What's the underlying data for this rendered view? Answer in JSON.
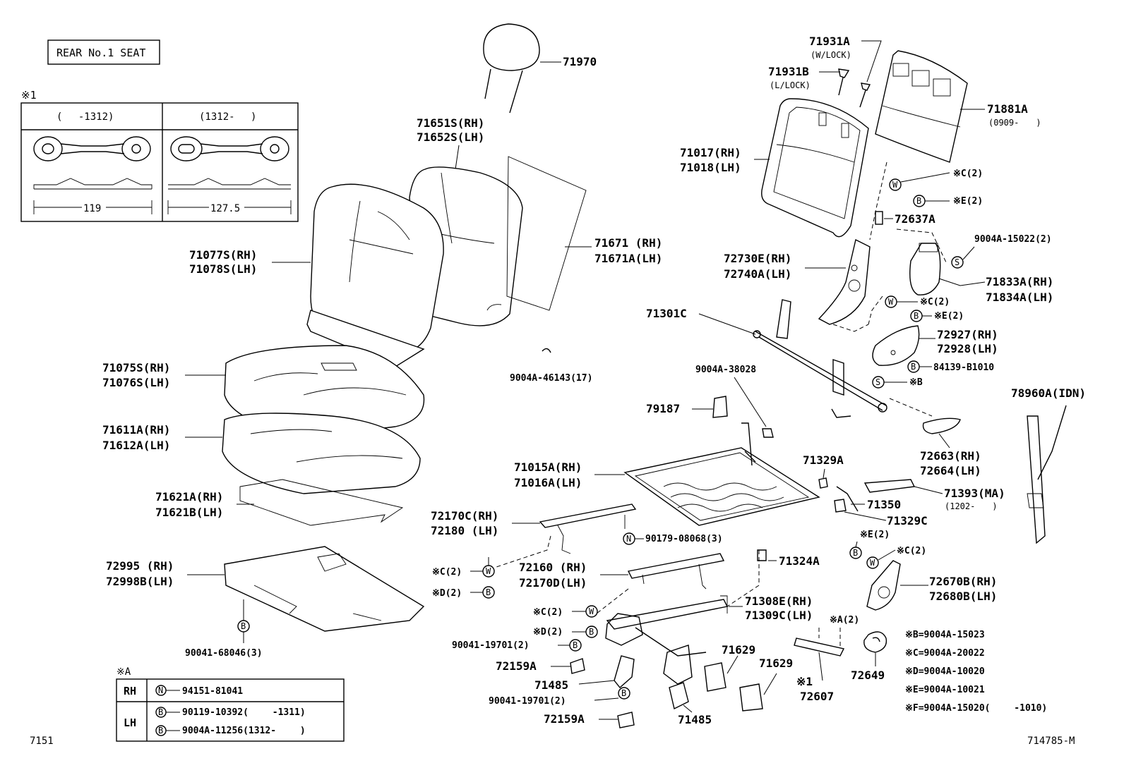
{
  "title": "REAR No.1 SEAT",
  "diagram_code": "714785-M",
  "page_ref": "7151",
  "inset1": {
    "marker": "※1",
    "col1_header": "(　 -1312)",
    "col2_header": "(1312- 　)",
    "dim1": "119",
    "dim2": "127.5"
  },
  "parts": {
    "p71970": "71970",
    "p71651S": "71651S(RH)",
    "p71652S": "71652S(LH)",
    "p71077S": "71077S(RH)",
    "p71078S": "71078S(LH)",
    "p71671": "71671 (RH)",
    "p71671A": "71671A(LH)",
    "p71075S": "71075S(RH)",
    "p71076S": "71076S(LH)",
    "p71611A": "71611A(RH)",
    "p71612A": "71612A(LH)",
    "p71621A": "71621A(RH)",
    "p71621B": "71621B(LH)",
    "p72995": "72995 (RH)",
    "p72998B": "72998B(LH)",
    "p90041_68046": "90041-68046(3)",
    "p9004A_46143": "9004A-46143(17)",
    "p71931A": "71931A",
    "p71931A_note": "(W/LOCK)",
    "p71931B": "71931B",
    "p71931B_note": "(L/LOCK)",
    "p71881A": "71881A",
    "p71881A_note": "(0909-　　)",
    "p71017": "71017(RH)",
    "p71018": "71018(LH)",
    "pC2a": "※C(2)",
    "pE2a": "※E(2)",
    "p72637A": "72637A",
    "p9004A_15022": "9004A-15022(2)",
    "p72730E": "72730E(RH)",
    "p72740A": "72740A(LH)",
    "p71833A": "71833A(RH)",
    "p71834A": "71834A(LH)",
    "p71301C": "71301C",
    "pC2b": "※C(2)",
    "pE2b": "※E(2)",
    "p72927": "72927(RH)",
    "p72928": "72928(LH)",
    "p84139": "84139-B1010",
    "pB": "※B",
    "p9004A_38028": "9004A-38028",
    "p79187": "79187",
    "p78960A": "78960A(IDN)",
    "p72663": "72663(RH)",
    "p72664": "72664(LH)",
    "p71015A": "71015A(RH)",
    "p71016A": "71016A(LH)",
    "p71329A": "71329A",
    "p71393": "71393(MA)",
    "p71393_note": "(1202-　　)",
    "p71350": "71350",
    "p71329C": "71329C",
    "p72170C": "72170C(RH)",
    "p72180": "72180 (LH)",
    "p90179": "90179-08068(3)",
    "pE2c": "※E(2)",
    "pC2c": "※C(2)",
    "pC2d": "※C(2)",
    "pD2a": "※D(2)",
    "p72160": "72160 (RH)",
    "p72170D": "72170D(LH)",
    "p71324A": "71324A",
    "p72670B": "72670B(RH)",
    "p72680B": "72680B(LH)",
    "pC2e": "※C(2)",
    "pD2b": "※D(2)",
    "p71308E": "71308E(RH)",
    "p71309C": "71309C(LH)",
    "pA2": "※A(2)",
    "p90041_19701a": "90041-19701(2)",
    "p72159Aa": "72159A",
    "p71485a": "71485",
    "p90041_19701b": "90041-19701(2)",
    "p72159Ab": "72159A",
    "p71485b": "71485",
    "p71629a": "71629",
    "p71629b": "71629",
    "p1marker": "※1",
    "p72607": "72607",
    "p72649": "72649"
  },
  "legend": {
    "lB": "※B=9004A-15023",
    "lC": "※C=9004A-20022",
    "lD": "※D=9004A-10020",
    "lE": "※E=9004A-10021",
    "lF": "※F=9004A-15020(　　 -1010)"
  },
  "tableA": {
    "marker": "※A",
    "rh": "RH",
    "lh": "LH",
    "row1": "94151-81041",
    "row2": "90119-10392(　　 -1311)",
    "row3": "9004A-11256(1312- 　　)"
  },
  "symbols": {
    "B": "B",
    "W": "W",
    "S": "S",
    "N": "N"
  }
}
